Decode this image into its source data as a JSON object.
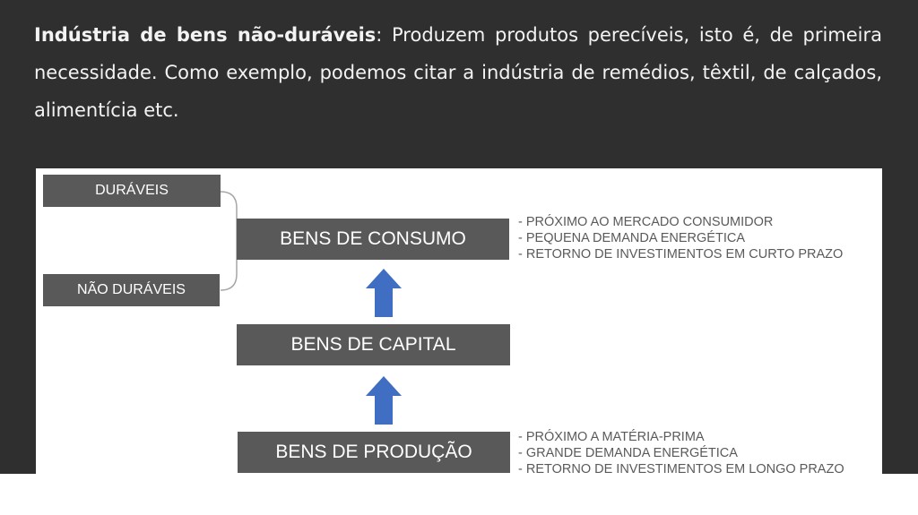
{
  "paragraph": {
    "bold": "Indústria de bens não-duráveis",
    "text": ": Produzem produtos perecíveis, isto é, de primeira necessidade. Como exemplo, podemos citar a indústria de remédios, têxtil, de calçados, alimentícia etc."
  },
  "diagram": {
    "duraveis": "DURÁVEIS",
    "nao_duraveis": "NÃO DURÁVEIS",
    "consumo": "BENS DE CONSUMO",
    "capital": "BENS DE CAPITAL",
    "producao": "BENS DE PRODUÇÃO",
    "consumo_notes": [
      "- PRÓXIMO AO MERCADO CONSUMIDOR",
      "- PEQUENA DEMANDA ENERGÉTICA",
      "- RETORNO DE INVESTIMENTOS EM CURTO PRAZO"
    ],
    "producao_notes": [
      "- PRÓXIMO A MATÉRIA-PRIMA",
      "- GRANDE DEMANDA ENERGÉTICA",
      "- RETORNO DE INVESTIMENTOS EM LONGO PRAZO"
    ],
    "colors": {
      "box": "#595959",
      "arrow": "#3f6ec2",
      "connector": "#a6a6a6"
    }
  }
}
